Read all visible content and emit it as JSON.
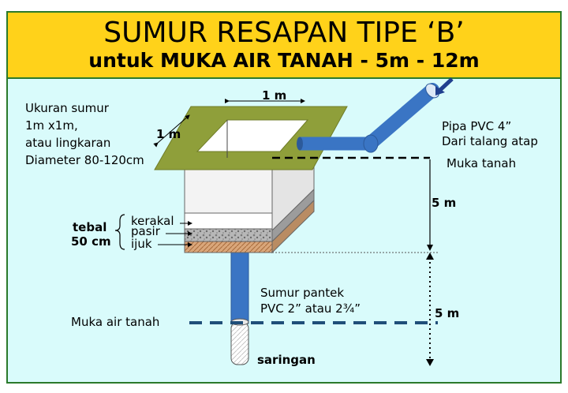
{
  "title": "SUMUR RESAPAN TIPE ‘B’",
  "subtitle": "untuk MUKA AIR TANAH - 5m - 12m",
  "size_note": [
    "Ukuran sumur",
    "1m x1m,",
    "atau lingkaran",
    "Diameter 80-120cm"
  ],
  "dim_top": "1 m",
  "dim_side": "1 m",
  "pipe_label": [
    "Pipa PVC 4”",
    "Dari talang atap"
  ],
  "ground_label": "Muka tanah",
  "depth_upper": "5 m",
  "depth_lower": "5 m",
  "thickness_label": [
    "tebal",
    "50 cm"
  ],
  "layers": [
    "kerakal",
    "pasir",
    "ijuk"
  ],
  "pantek_label": [
    "Sumur pantek",
    "PVC 2” atau 2¾”"
  ],
  "water_label": "Muka air tanah",
  "filter_label": "saringan",
  "colors": {
    "title_band": "#ffd21a",
    "background": "#d9fbfb",
    "border": "#2b7a2b",
    "lid": "#8f9f3a",
    "pipe": "#3a75c4",
    "water_line": "#1f4e79",
    "ijuk": "#d9a67a"
  }
}
